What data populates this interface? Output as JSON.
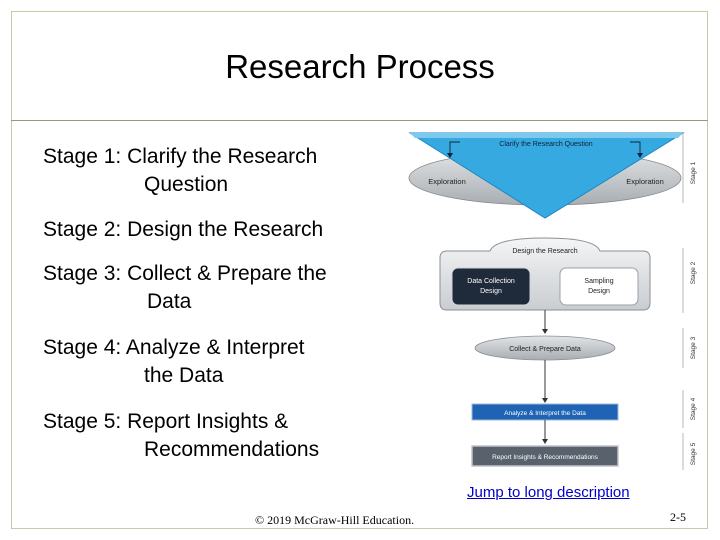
{
  "slide": {
    "title": "Research Process",
    "stages": [
      {
        "label": "Stage 1:",
        "line1": "Clarify the Research",
        "line2": "Question"
      },
      {
        "label": "Stage 2:",
        "line1": "Design the Research",
        "line2": ""
      },
      {
        "label": "Stage 3:",
        "line1": "Collect & Prepare the",
        "line2": "Data"
      },
      {
        "label": "Stage 4:",
        "line1": "Analyze & Interpret",
        "line2": "the Data"
      },
      {
        "label": "Stage 5:",
        "line1": "Report Insights &",
        "line2": "Recommendations"
      }
    ],
    "jump_link": "Jump to long description",
    "copyright": "© 2019 McGraw-Hill Education.",
    "page_number": "2-5"
  },
  "diagram": {
    "clarify": "Clarify the Research Question",
    "exploration_left": "Exploration",
    "exploration_right": "Exploration",
    "design": "Design the Research",
    "data_collection_1": "Data Collection",
    "data_collection_2": "Design",
    "sampling_1": "Sampling",
    "sampling_2": "Design",
    "collect": "Collect & Prepare Data",
    "analyze": "Analyze & Interpret the Data",
    "report": "Report Insights & Recommendations",
    "stage_labels": [
      "Stage 1",
      "Stage 2",
      "Stage 3",
      "Stage 4",
      "Stage 5"
    ],
    "colors": {
      "funnel": "#36a9e1",
      "funnel_edge": "#1b86c6",
      "dark_box": "#1f2a3a",
      "blue_bar": "#1e63b4",
      "grey_bar": "#59616d",
      "ellipse": "#c4c8cc"
    }
  }
}
